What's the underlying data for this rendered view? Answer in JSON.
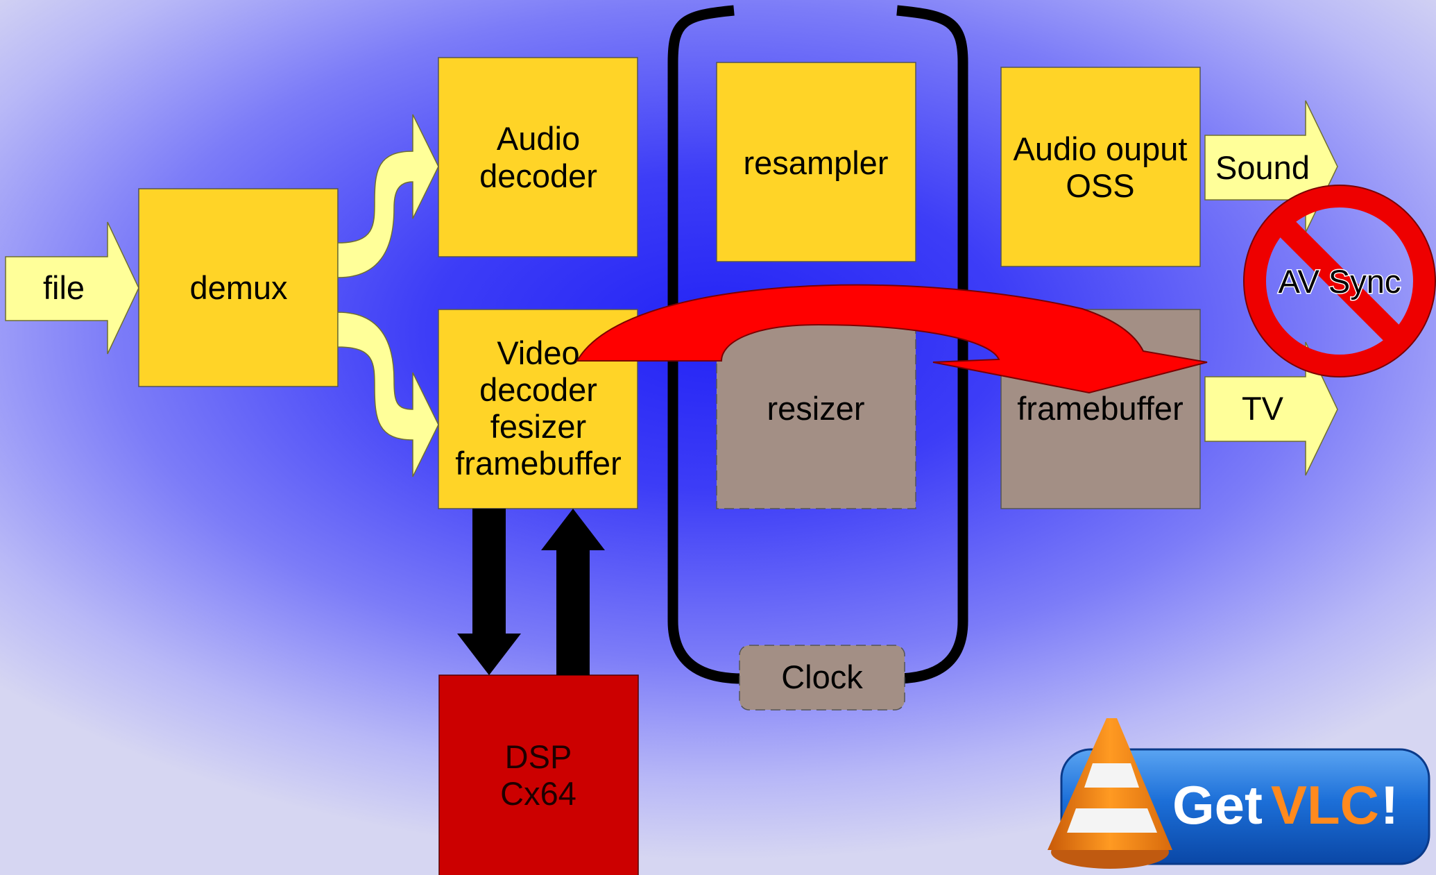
{
  "diagram": {
    "input": "file",
    "demux": "demux",
    "audio_decoder": [
      "Audio",
      "decoder"
    ],
    "video_decoder": [
      "Video",
      "decoder",
      "fesizer",
      "framebuffer"
    ],
    "dsp": [
      "DSP",
      "Cx64"
    ],
    "resampler": "resampler",
    "resizer": "resizer",
    "audio_output": [
      "Audio ouput",
      "OSS"
    ],
    "framebuffer": "framebuffer",
    "clock": "Clock",
    "sound": "Sound",
    "tv": "TV",
    "av_sync": "AV Sync"
  },
  "badge": {
    "get": "Get",
    "vlc": "VLC",
    "bang": "!"
  },
  "colors": {
    "block": "#ffd427",
    "arrow": "#ffff99",
    "dsp": "#cc0000",
    "disabled": "#a38f85",
    "no_sign": "#ee0000",
    "curve": "#ff0000"
  }
}
